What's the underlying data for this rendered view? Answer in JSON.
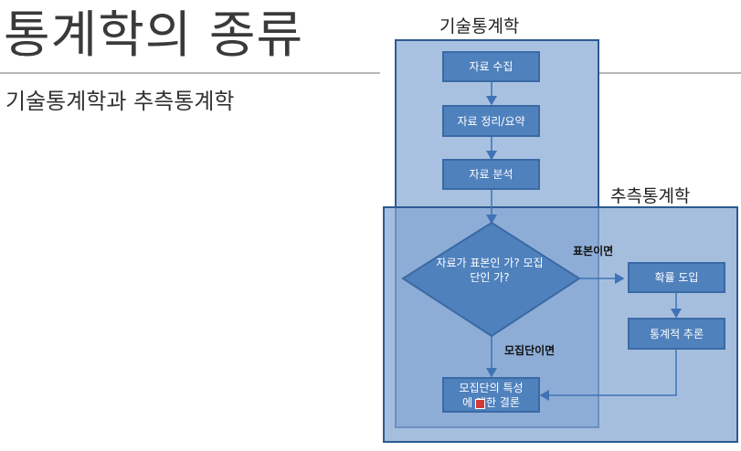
{
  "slide": {
    "title": "통계학의 종류",
    "subtitle": "기술통계학과 추측통계학"
  },
  "regions": {
    "descriptive": "기술통계학",
    "inferential": "추측통계학"
  },
  "nodes": {
    "collect": "자료 수집",
    "organize": "자료 정리/요약",
    "analyze": "자료 분석",
    "decision": "자료가 표본인 가? 모집단인 가?",
    "probability": "확률 도입",
    "inference": "통계적 추론",
    "conclusion": "모집단의 특성 에 대한 결론"
  },
  "edges": {
    "if_sample": "표본이면",
    "if_population": "모집단이면"
  },
  "colors": {
    "node_fill": "#4f81bd",
    "region_border": "#2c5a92",
    "descriptive_fill": "#a9c1e0",
    "inferential_fill": "#83a5d1"
  }
}
